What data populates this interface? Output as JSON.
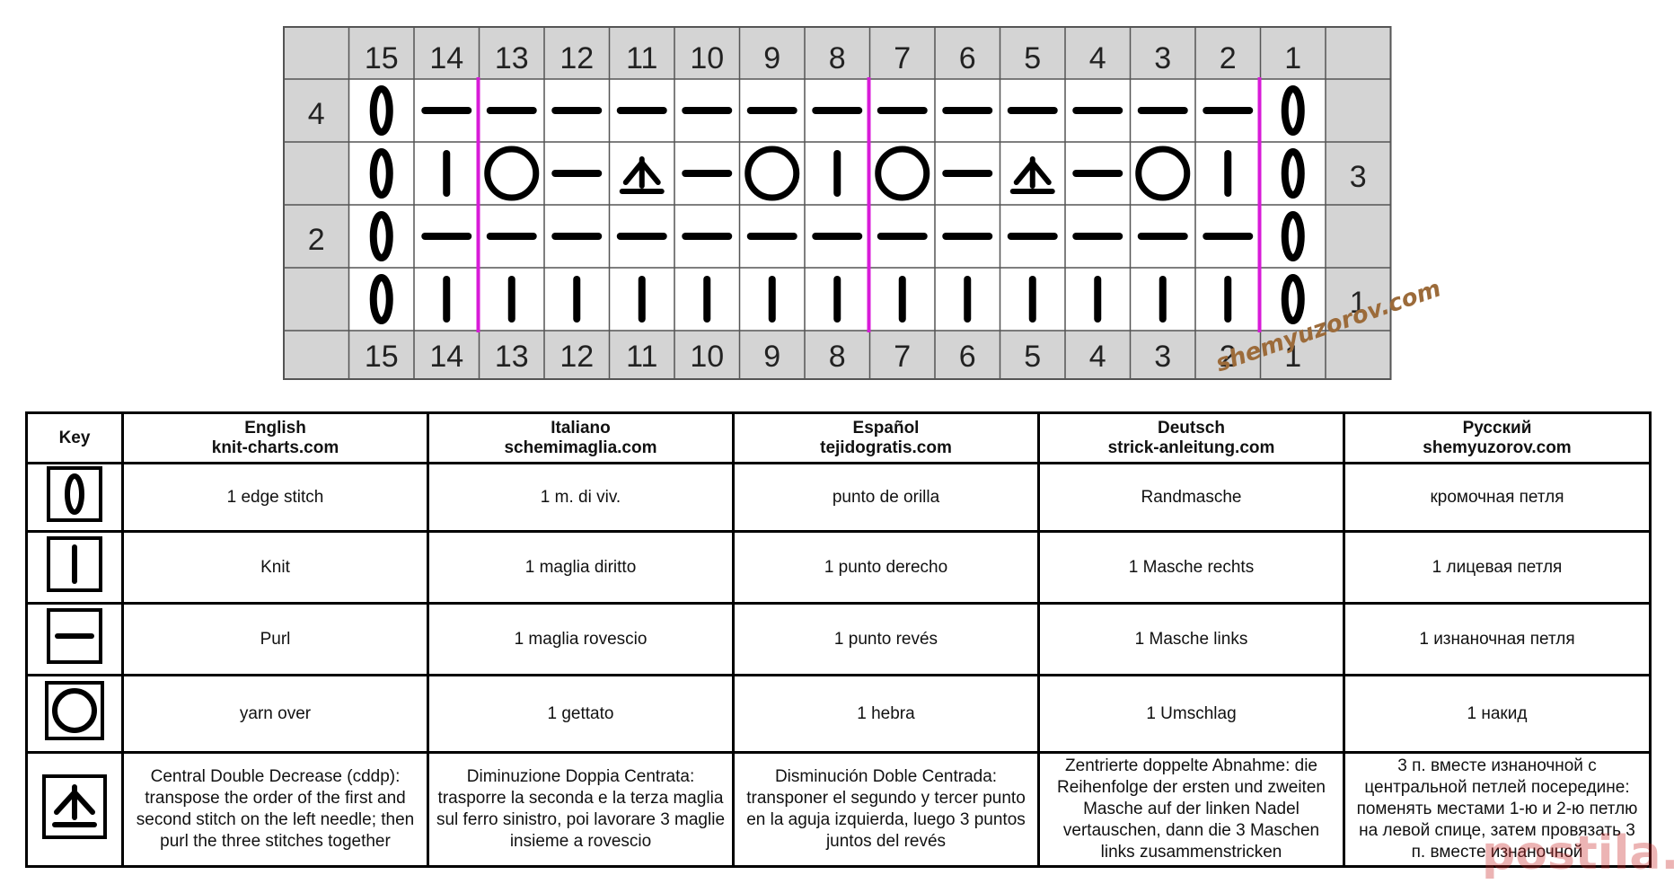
{
  "chart": {
    "column_labels": [
      "15",
      "14",
      "13",
      "12",
      "11",
      "10",
      "9",
      "8",
      "7",
      "6",
      "5",
      "4",
      "3",
      "2",
      "1"
    ],
    "rows": [
      {
        "label_left": "4",
        "label_right": "",
        "cells": [
          "edge",
          "purl",
          "purl",
          "purl",
          "purl",
          "purl",
          "purl",
          "purl",
          "purl",
          "purl",
          "purl",
          "purl",
          "purl",
          "purl",
          "edge"
        ]
      },
      {
        "label_left": "",
        "label_right": "3",
        "cells": [
          "edge",
          "knit",
          "yo",
          "purl",
          "cddp",
          "purl",
          "yo",
          "knit",
          "yo",
          "purl",
          "cddp",
          "purl",
          "yo",
          "knit",
          "edge"
        ]
      },
      {
        "label_left": "2",
        "label_right": "",
        "cells": [
          "edge",
          "purl",
          "purl",
          "purl",
          "purl",
          "purl",
          "purl",
          "purl",
          "purl",
          "purl",
          "purl",
          "purl",
          "purl",
          "purl",
          "edge"
        ]
      },
      {
        "label_left": "",
        "label_right": "1",
        "cells": [
          "edge",
          "knit",
          "knit",
          "knit",
          "knit",
          "knit",
          "knit",
          "knit",
          "knit",
          "knit",
          "knit",
          "knit",
          "knit",
          "knit",
          "edge"
        ]
      }
    ],
    "repeat_lines_after_columns": [
      "14",
      "8",
      "2"
    ],
    "colors": {
      "grid": "#555555",
      "label_bg": "#d4d4d4",
      "repeat_line": "#d81bd8",
      "symbol": "#000000"
    }
  },
  "key": {
    "header_key": "Key",
    "columns": [
      {
        "lang": "English",
        "site": "knit-charts.com"
      },
      {
        "lang": "Italiano",
        "site": "schemimaglia.com"
      },
      {
        "lang": "Español",
        "site": "tejidogratis.com"
      },
      {
        "lang": "Deutsch",
        "site": "strick-anleitung.com"
      },
      {
        "lang": "Русский",
        "site": "shemyuzorov.com"
      }
    ],
    "rows": [
      {
        "icon": "edge-stitch-icon",
        "texts": [
          "1 edge stitch",
          "1 m. di viv.",
          "punto de orilla",
          "Randmasche",
          "кромочная петля"
        ]
      },
      {
        "icon": "knit-icon",
        "texts": [
          "Knit",
          "1 maglia diritto",
          "1 punto derecho",
          "1 Masche rechts",
          "1 лицевая петля"
        ]
      },
      {
        "icon": "purl-icon",
        "texts": [
          "Purl",
          "1 maglia rovescio",
          "1 punto revés",
          "1 Masche links",
          "1 изнаночная петля"
        ]
      },
      {
        "icon": "yarn-over-icon",
        "texts": [
          "yarn over",
          "1 gettato",
          "1 hebra",
          "1 Umschlag",
          "1 накид"
        ]
      },
      {
        "icon": "central-double-decrease-icon",
        "texts": [
          "Central Double Decrease (cddp): transpose the order of the first and second stitch on the left needle; then purl the three stitches together",
          "Diminuzione Doppia Centrata: trasporre la seconda e la terza maglia sul ferro sinistro, poi lavorare 3 maglie insieme a rovescio",
          "Disminución Doble Centrada: transponer el segundo y tercer punto en la aguja izquierda, luego 3 puntos juntos del revés",
          "Zentrierte doppelte Abnahme: die Reihenfolge der ersten und zweiten Masche auf der linken Nadel vertauschen, dann die 3 Maschen links zusammenstricken",
          "3 п. вместе изнаночной с центральной петлей посередине: поменять местами 1-ю и 2-ю петлю на левой спице, затем провязать 3 п. вместе изнаночной"
        ]
      }
    ]
  },
  "watermarks": {
    "site": "shemyuzorov.com",
    "stamp": "postila.ru"
  }
}
